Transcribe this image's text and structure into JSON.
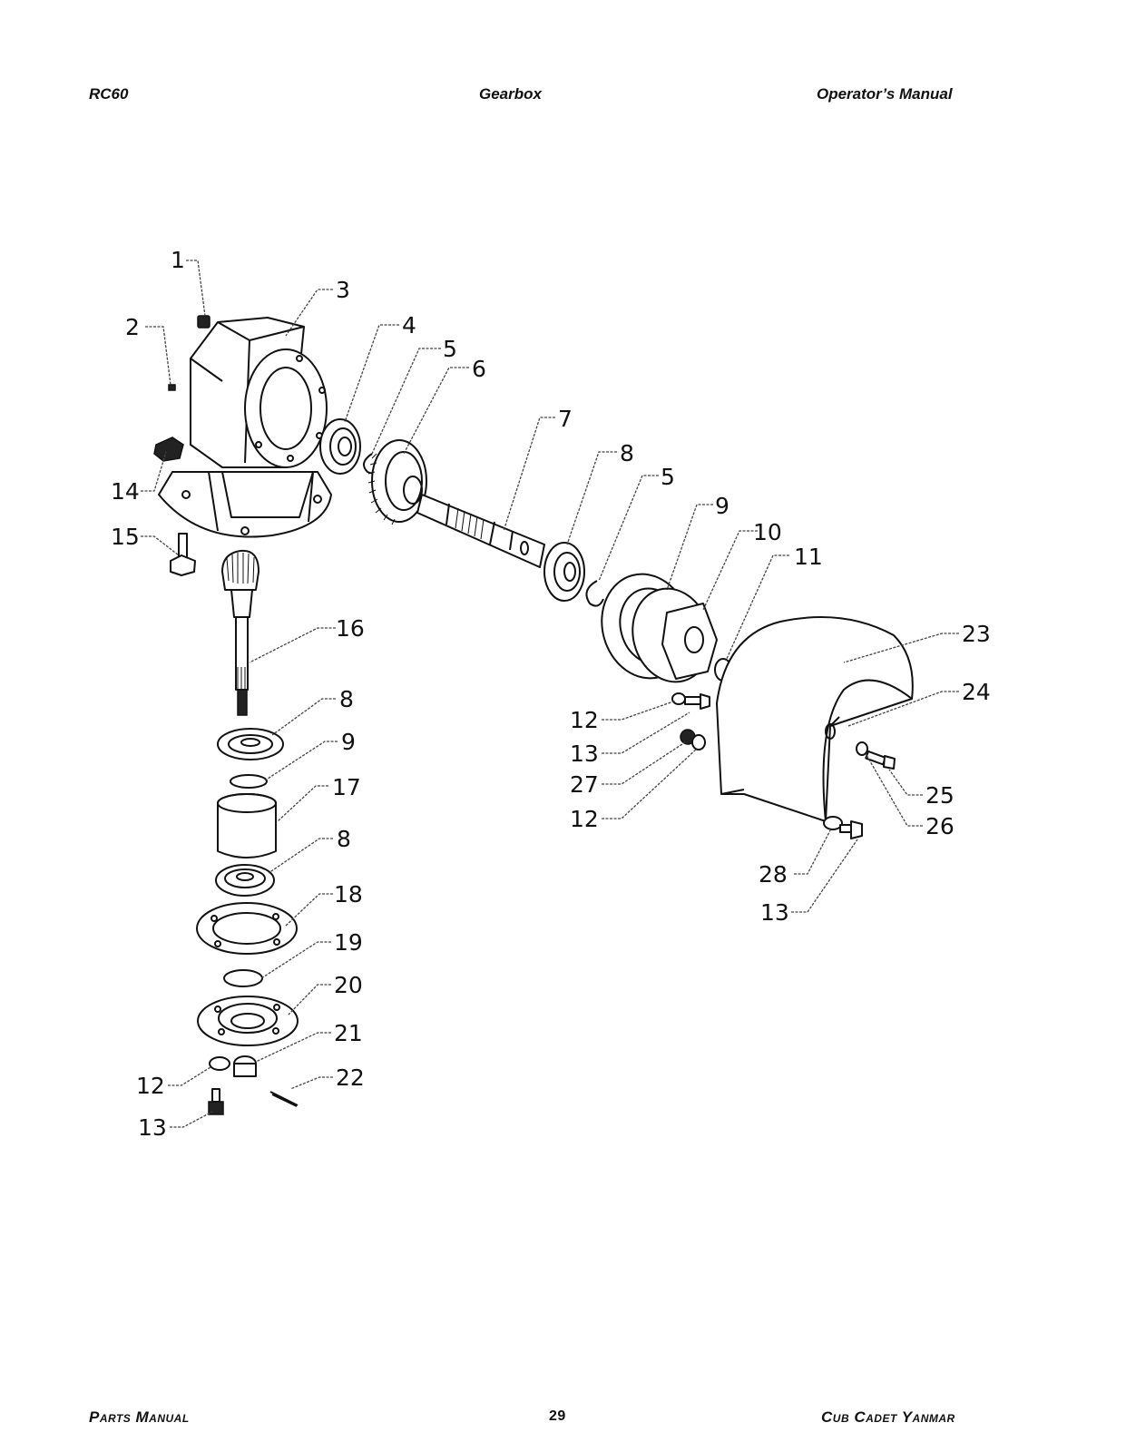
{
  "header": {
    "left": "RC60",
    "center": "Gearbox",
    "right": "Operator’s Manual"
  },
  "footer": {
    "left": "Parts Manual",
    "page": "29",
    "right": "Cub Cadet Yanmar"
  },
  "callouts": [
    "1",
    "2",
    "3",
    "4",
    "5",
    "6",
    "7",
    "8",
    "5",
    "9",
    "10",
    "11",
    "14",
    "15",
    "16",
    "8",
    "9",
    "17",
    "8",
    "18",
    "19",
    "20",
    "21",
    "22",
    "12",
    "13",
    "12",
    "13",
    "27",
    "12",
    "23",
    "24",
    "25",
    "26",
    "28",
    "13"
  ]
}
